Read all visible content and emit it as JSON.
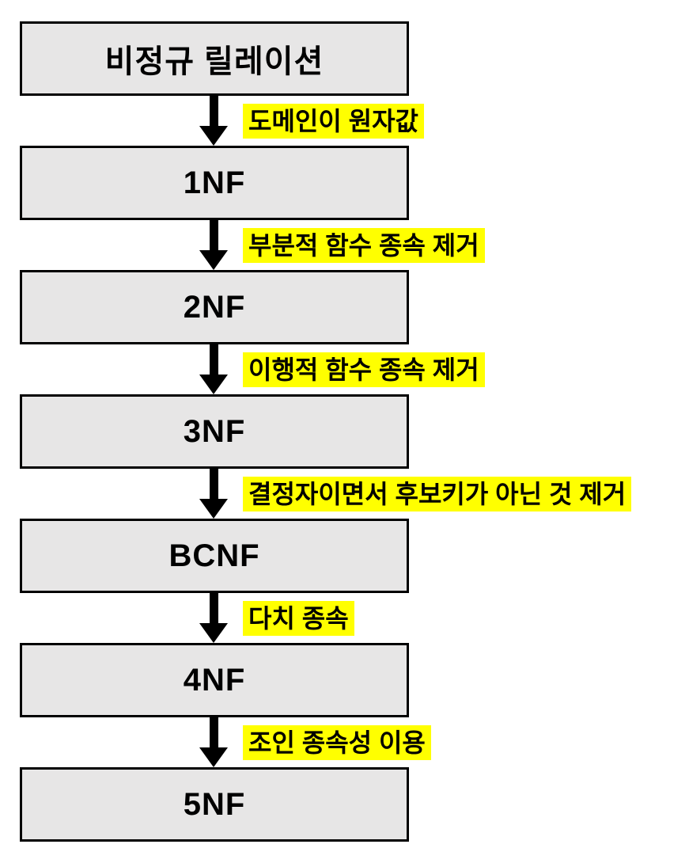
{
  "diagram": {
    "type": "flowchart",
    "direction": "top-to-bottom",
    "boxes": [
      {
        "label": "비정규 릴레이션"
      },
      {
        "label": "1NF"
      },
      {
        "label": "2NF"
      },
      {
        "label": "3NF"
      },
      {
        "label": "BCNF"
      },
      {
        "label": "4NF"
      },
      {
        "label": "5NF"
      }
    ],
    "transitions": [
      {
        "from": "비정규 릴레이션",
        "to": "1NF",
        "label": "도메인이 원자값"
      },
      {
        "from": "1NF",
        "to": "2NF",
        "label": "부분적 함수 종속 제거"
      },
      {
        "from": "2NF",
        "to": "3NF",
        "label": "이행적 함수 종속 제거"
      },
      {
        "from": "3NF",
        "to": "BCNF",
        "label": "결정자이면서 후보키가 아닌 것 제거"
      },
      {
        "from": "BCNF",
        "to": "4NF",
        "label": "다치 종속"
      },
      {
        "from": "4NF",
        "to": "5NF",
        "label": "조인 종속성 이용"
      }
    ],
    "icons": {
      "down_arrow": "▼"
    },
    "colors": {
      "background": "#FFFFFF",
      "box_fill": "#E7E6E6",
      "box_border": "#000000",
      "arrow": "#000000",
      "label_highlight": "#FFFF00",
      "text": "#000000"
    }
  }
}
